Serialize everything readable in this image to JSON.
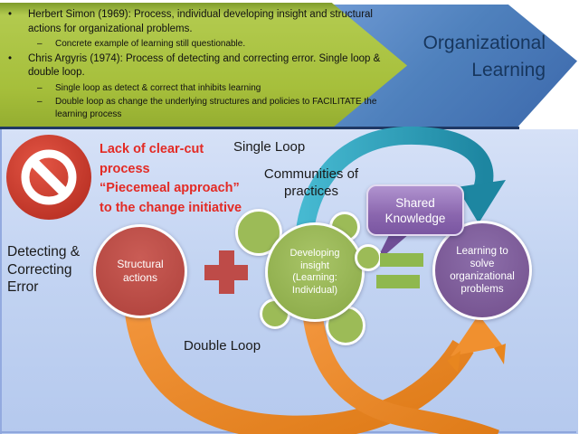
{
  "banner": {
    "title": "Organizational\nLearning",
    "bullets": [
      {
        "marker": "•",
        "level": 1,
        "text": "Herbert Simon (1969): Process, individual developing insight and structural actions for organizational problems."
      },
      {
        "marker": "–",
        "level": 2,
        "text": "Concrete example of learning still questionable."
      },
      {
        "marker": "•",
        "level": 1,
        "text": "Chris Argyris (1974): Process of detecting and correcting error. Single loop & double loop."
      },
      {
        "marker": "–",
        "level": 2,
        "text": "Single loop as detect & correct that inhibits learning"
      },
      {
        "marker": "–",
        "level": 2,
        "text": "Double loop as change the underlying structures and policies to FACILITATE the learning process"
      }
    ]
  },
  "diagram": {
    "warning_text": "Lack of clear-cut\nprocess\n“Piecemeal approach”\nto the change initiative",
    "single_loop_label": "Single Loop",
    "communities_label": "Communities of\npractices",
    "detecting_label": "Detecting &\nCorrecting\nError",
    "double_loop_label": "Double Loop",
    "nodes": {
      "structural": "Structural\nactions",
      "developing": "Developing\ninsight\n(Learning:\nIndividual)",
      "learning": "Learning to\nsolve\norganizational\nproblems",
      "shared_knowledge": "Shared\nKnowledge"
    },
    "operators": {
      "plus": "+",
      "equals": "="
    },
    "icons": {
      "no_entry": "prohibition-circle-with-slash"
    }
  },
  "colors": {
    "banner_green": "#A6BF3B",
    "banner_blue": "#4F81BD",
    "title_text": "#17365D",
    "panel_bg_top": "#D6E1F7",
    "panel_bg_bottom": "#B5C9EE",
    "red_node": "#BE4F4B",
    "green_node": "#9BBB59",
    "purple_node": "#8064A2",
    "bubble_purple": "#8A66AE",
    "teal_arrow": "#2E9AB4",
    "orange_arrow": "#E8872B",
    "warning_red": "#E32B25"
  }
}
